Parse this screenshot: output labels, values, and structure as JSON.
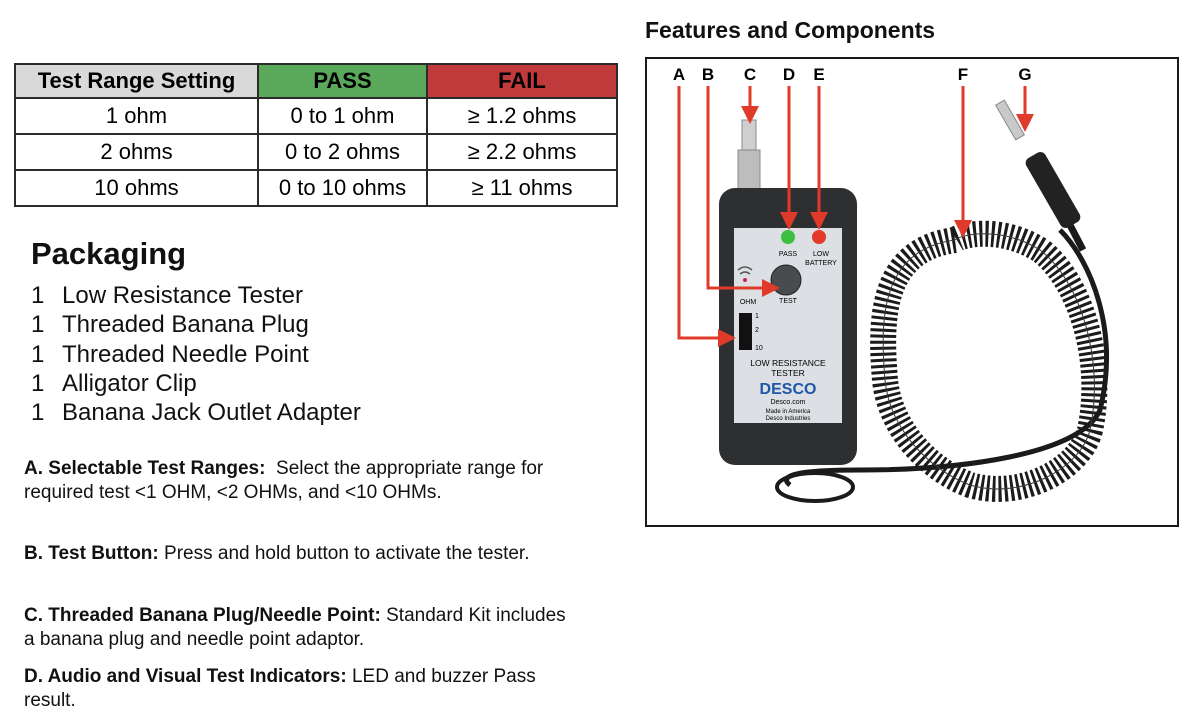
{
  "table": {
    "headers": [
      {
        "label": "Test Range Setting",
        "bg": "#d9d9d9"
      },
      {
        "label": "PASS",
        "bg": "#5aa85a"
      },
      {
        "label": "FAIL",
        "bg": "#c0393b"
      }
    ],
    "rows": [
      [
        "1 ohm",
        "0 to 1 ohm",
        "≥ 1.2 ohms"
      ],
      [
        "2 ohms",
        "0 to 2 ohms",
        "≥ 2.2 ohms"
      ],
      [
        "10 ohms",
        "0 to 10 ohms",
        "≥ 11 ohms"
      ]
    ]
  },
  "packaging": {
    "title": "Packaging",
    "items": [
      {
        "qty": "1",
        "name": "Low Resistance Tester"
      },
      {
        "qty": "1",
        "name": "Threaded Banana Plug"
      },
      {
        "qty": "1",
        "name": "Threaded Needle Point"
      },
      {
        "qty": "1",
        "name": "Alligator Clip"
      },
      {
        "qty": "1",
        "name": "Banana Jack Outlet Adapter"
      }
    ]
  },
  "features": [
    {
      "label": "A. Selectable Test Ranges:",
      "text": "Select the appropriate range for required test  <1 OHM, <2 OHMs, and <10 OHMs."
    },
    {
      "label": "B. Test Button:",
      "text": "Press and hold button to activate the tester."
    },
    {
      "label": "C. Threaded Banana Plug/Needle Point:",
      "text": "Standard Kit includes a banana plug and needle point adaptor."
    },
    {
      "label": "D. Audio and Visual Test Indicators:",
      "text": "LED and buzzer Pass result."
    }
  ],
  "figure": {
    "title": "Features and Components",
    "callouts": [
      "A",
      "B",
      "C",
      "D",
      "E",
      "F",
      "G"
    ],
    "device": {
      "pass_label": "PASS",
      "low_battery_label_1": "LOW",
      "low_battery_label_2": "BATTERY",
      "test_label": "TEST",
      "ohm_label": "OHM",
      "range_marks": [
        "1",
        "2",
        "10"
      ],
      "model_line_1": "LOW RESISTANCE",
      "model_line_2": "TESTER",
      "brand": "DESCO",
      "site": "Desco.com",
      "made_line_1": "Made in America",
      "made_line_2": "Desco Industries"
    },
    "colors": {
      "arrow": "#e03a2a",
      "body": "#2e2f31",
      "label_panel": "#dcdfe3",
      "brand": "#1f57a8",
      "pass_led": "#3fbf3f",
      "battery_led": "#e33a2a"
    }
  }
}
